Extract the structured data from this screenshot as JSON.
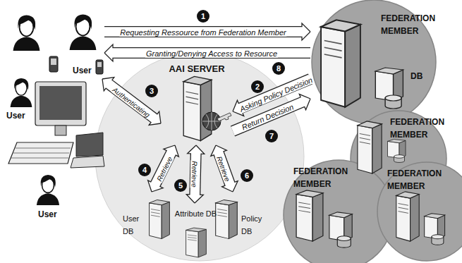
{
  "diagram": {
    "nodes": [
      {
        "text": [
          "User"
        ]
      },
      {
        "text": [
          "User"
        ]
      },
      {
        "text": [
          "User"
        ]
      },
      {
        "text": [
          "AAI SERVER"
        ]
      },
      {
        "text": [
          "User DB"
        ]
      },
      {
        "text": [
          "Attribute DB"
        ]
      },
      {
        "text": [
          "Policy DB"
        ]
      },
      {
        "text": [
          "FEDERATION MEMBER",
          "DB"
        ]
      },
      {
        "text": [
          "FEDERATION MEMBER"
        ]
      },
      {
        "text": [
          "FEDERATION MEMBER"
        ]
      },
      {
        "text": [
          "FEDERATION MEMBER"
        ]
      }
    ],
    "edges": [
      {
        "from": 0,
        "to": 7,
        "label": "Requesting Ressource from Federation Member",
        "arrow": "to"
      },
      {
        "from": 7,
        "to": 3,
        "label": "Asking Policy Decision",
        "arrow": "to"
      },
      {
        "from": 1,
        "to": 3,
        "label": "Authenticating",
        "arrow": "both"
      },
      {
        "from": 3,
        "to": 4,
        "label": "Retrieve",
        "arrow": "both"
      },
      {
        "from": 3,
        "to": 5,
        "label": "Retrieve",
        "arrow": "both"
      },
      {
        "from": 3,
        "to": 6,
        "label": "Retrieve",
        "arrow": "both"
      },
      {
        "from": 3,
        "to": 7,
        "label": "Return Decision",
        "arrow": "to"
      },
      {
        "from": 7,
        "to": 0,
        "label": "Granting/Denying Access to Resource",
        "arrow": "to"
      }
    ],
    "labels": [
      "1",
      "2",
      "3",
      "4",
      "5",
      "6",
      "7",
      "8"
    ]
  }
}
